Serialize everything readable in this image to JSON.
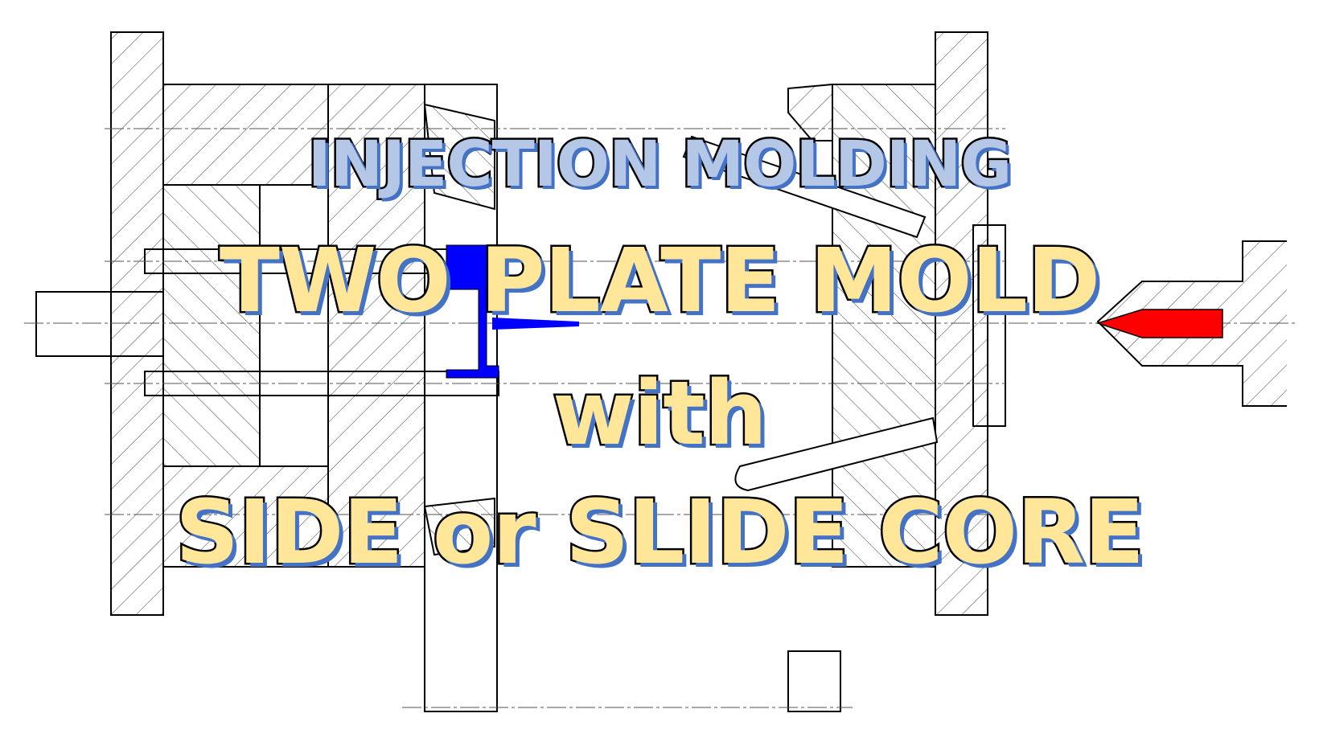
{
  "titles": {
    "line1": "INJECTION MOLDING",
    "line2": "TWO PLATE MOLD",
    "line3": "with",
    "line4": "SIDE or SLIDE CORE"
  },
  "colors": {
    "line1_fill": "#b4c7e7",
    "highlight_fill": "#ffe699",
    "text_shadow": "#4472c4",
    "molded_part": "#0000ff",
    "nozzle_melt": "#ff0000"
  }
}
